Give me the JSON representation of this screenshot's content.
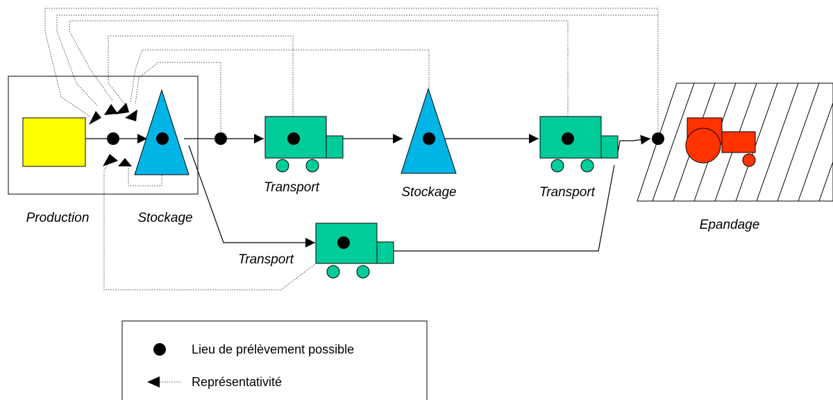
{
  "labels": {
    "production": "Production",
    "stockage_1": "Stockage",
    "transport_1": "Transport",
    "stockage_2": "Stockage",
    "transport_2": "Transport",
    "transport_3": "Transport",
    "epandage": "Epandage"
  },
  "legend": {
    "sampling_point": "Lieu de prélèvement possible",
    "representativeness": "Représentativité"
  },
  "colors": {
    "production": "#ffff00",
    "stockage": "#00b4e6",
    "transport": "#00cc99",
    "tractor": "#ff3300",
    "line": "#000000"
  }
}
